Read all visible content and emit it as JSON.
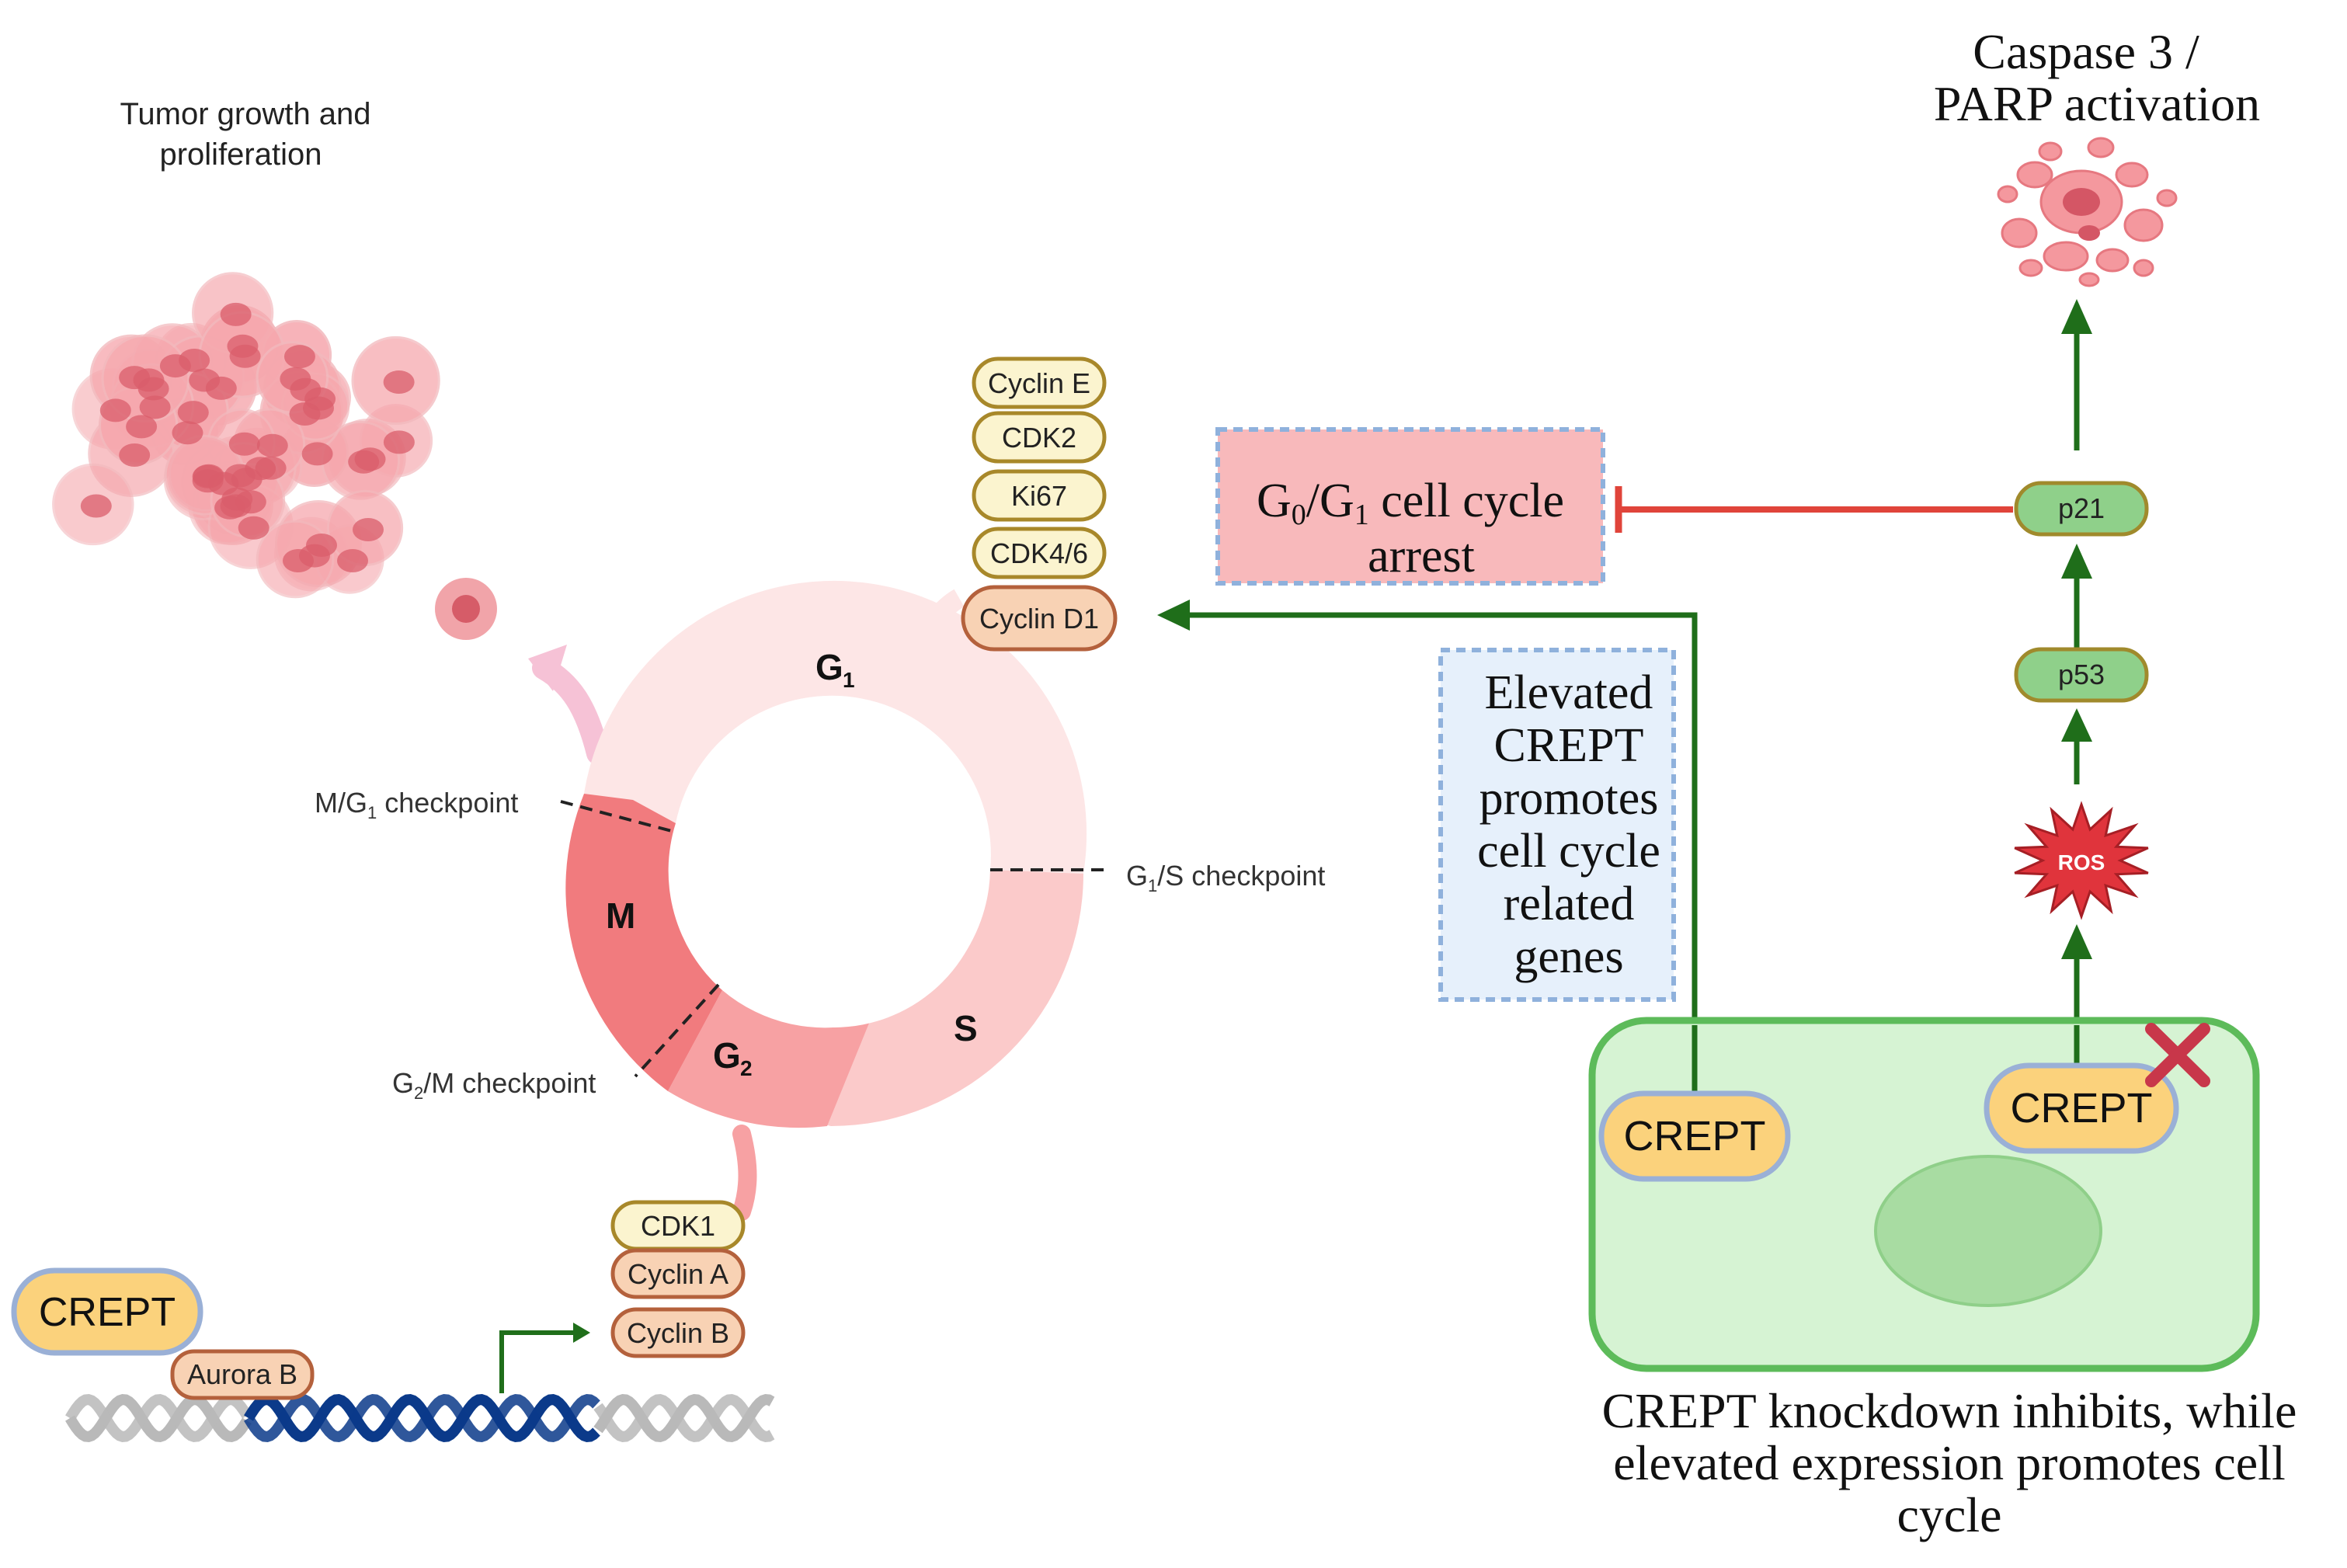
{
  "tumor": {
    "line1": "Tumor growth and",
    "line2": "proliferation"
  },
  "cycle": {
    "phase_g1": "G",
    "phase_g1_sub": "1",
    "phase_s": "S",
    "phase_g2": "G",
    "phase_g2_sub": "2",
    "phase_m": "M",
    "checkpoint_mg1_a": "M/G",
    "checkpoint_mg1_sub": "1",
    "checkpoint_mg1_b": " checkpoint",
    "checkpoint_g1s_a": "G",
    "checkpoint_g1s_sub": "1",
    "checkpoint_g1s_b": "/S checkpoint",
    "checkpoint_g2m_a": "G",
    "checkpoint_g2m_sub": "2",
    "checkpoint_g2m_b": "/M checkpoint"
  },
  "g1_proteins": [
    "Cyclin E",
    "CDK2",
    "Ki67",
    "CDK4/6",
    "Cyclin D1"
  ],
  "g2_proteins": [
    "CDK1",
    "Cyclin A",
    "Cyclin B"
  ],
  "dna": {
    "crept_label": "CREPT",
    "aurora_label": "Aurora B"
  },
  "arrest": {
    "line1_a": "G",
    "line1_sub0": "0",
    "line1_b": "/G",
    "line1_sub1": "1",
    "line1_c": " cell cycle",
    "line2": "arrest"
  },
  "elevated_box": [
    "Elevated",
    "CREPT",
    "promotes",
    "cell cycle",
    "related",
    "genes"
  ],
  "pathway": {
    "caspase_line1": "Caspase 3 /",
    "caspase_line2": "PARP activation",
    "p21": "p21",
    "p53": "p53",
    "ros": "ROS"
  },
  "cell": {
    "crept_left": "CREPT",
    "crept_right": "CREPT"
  },
  "caption": {
    "line1": "CREPT knockdown inhibits, while",
    "line2": "elevated expression promotes cell",
    "line3": "cycle"
  },
  "colors": {
    "green_arrow": "#1f6e1a",
    "red_inhibit": "#e0443a",
    "crept_fill": "#fbd27c",
    "crept_stroke": "#9ab0d6",
    "cell_fill": "#d6f3d3",
    "cell_stroke": "#5dbb5a"
  }
}
